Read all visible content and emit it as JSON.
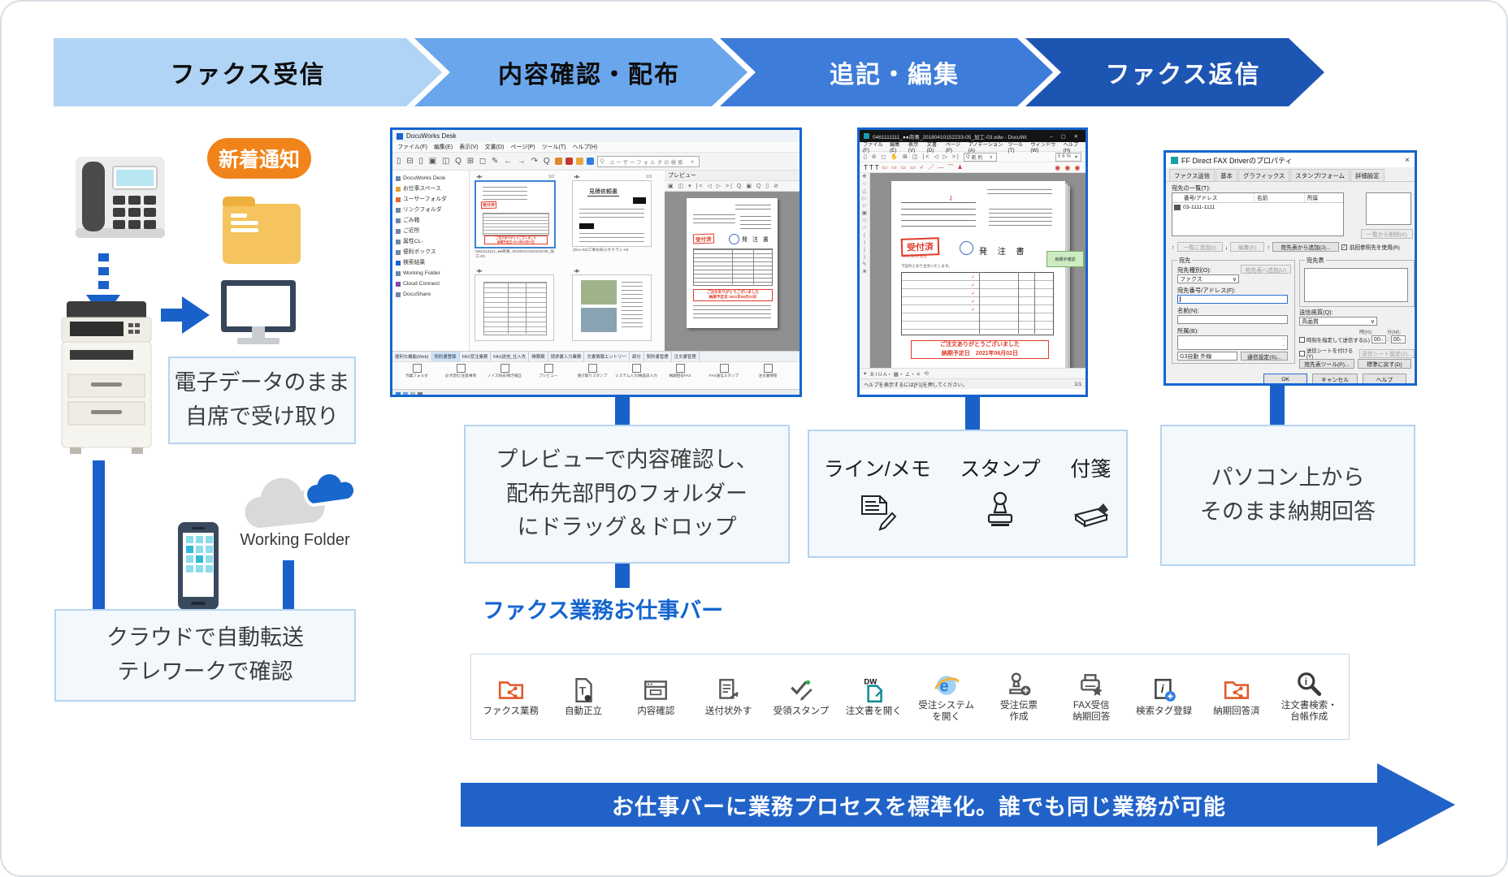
{
  "steps": [
    {
      "label": "ファクス受信",
      "bg": "#b0d4f5",
      "fg": "#0d0d0d"
    },
    {
      "label": "内容確認・配布",
      "bg": "#69a6ec",
      "fg": "#0d0d0d"
    },
    {
      "label": "追記・編集",
      "bg": "#3e7cd9",
      "fg": "#ffffff"
    },
    {
      "label": "ファクス返信",
      "bg": "#1d55b2",
      "fg": "#ffffff"
    }
  ],
  "left": {
    "badge": "新着通知",
    "box_receive": "電子データのまま\n自席で受け取り",
    "working_folder": "Working Folder",
    "box_cloud": "クラウドで自動転送\nテレワークで確認"
  },
  "desk": {
    "title": "DocuWorks Desk",
    "menu": [
      "ファイル(F)",
      "編集(E)",
      "表示(V)",
      "文書(D)",
      "ページ(P)",
      "ツール(T)",
      "ヘルプ(H)"
    ],
    "search_placeholder": "ユーザーフォルダの検索",
    "tree": [
      "DocuWorks Desk",
      "お仕事スペース",
      "ユーザーフォルダ",
      "リンクフォルダ",
      "ごみ箱",
      "ご近所",
      "属性CL-",
      "便利ボックス",
      "検索結果",
      "Working Folder",
      "Cloud Connect",
      "DocuShare"
    ],
    "thumb1_pages": "1/2",
    "thumb2_pages": "1/3",
    "thumb1_caption": "0461111111_●●商事_20180410152233-05_加工-03",
    "thumb2_caption": "(Doc-02)工事お知らせチラシ-04",
    "quote_title": "見積依頼書",
    "preview_label": "プレビュー",
    "tabs": [
      "便利な機能(Web)",
      "契約書登録",
      "FAX受注業務",
      "FAX送信_仕入先",
      "帳票類",
      "請求書入力業務",
      "文書情報エントリー",
      "部分",
      "契約書管理",
      "注文書管理"
    ],
    "bar_icons": [
      "作業フォルダ",
      "必ず読む!注意事項",
      "ノイズ除去/傾き補正",
      "プレビュー",
      "受け取りスタンプ",
      "システム入力/納品日入力",
      "納期回答FAX",
      "FAX送信スタンプ",
      "注文書保管"
    ]
  },
  "document": {
    "stamp": "受付済",
    "order_title": "発 注 書",
    "intro": "下記のとおり注文いたします。",
    "thanks": "ご注文ありがとうございました",
    "due": "納期予定日　2021年06月02日",
    "green_note": "納期手確認"
  },
  "viewer": {
    "title": "0461111111_●●商事_20180410152233-05_加工-03.xdw - DocuWorks Viewer",
    "menu": [
      "ファイル(F)",
      "編集(E)",
      "表示(V)",
      "文書(D)",
      "ページ(P)",
      "アノテーション(A)",
      "ツール(T)",
      "ウィンドウ(W)",
      "ヘルプ(H)"
    ],
    "zoom": "56%",
    "search_value": "範約",
    "format_bar": "B I U A・ ▦・ ∠・ ≡",
    "status": "ヘルプを表示するには[F1]を押してください。",
    "page": "1/1"
  },
  "dialog": {
    "title": "FF Direct FAX Driverのプロパティ",
    "close": "×",
    "tabs": [
      "ファクス送信",
      "基本",
      "グラフィックス",
      "スタンプ/フォーム",
      "詳細設定"
    ],
    "list_label": "宛先の一覧(T):",
    "columns": [
      "番号/アドレス",
      "名前",
      "所属"
    ],
    "row_number": "03-1111-1111",
    "btn_delete": "一覧から削除(K)",
    "btn_add_list": "一覧に追加(I)",
    "btn_edit": "編集(E)",
    "btn_add_book": "宛先表から追加(J)...",
    "cb_prev": "前回参照先を使用(R)",
    "group_dest": "宛先",
    "btn_add_to_book": "宛先表へ追加(U)",
    "lbl_type": "宛先種別(O):",
    "val_type": "ファクス",
    "lbl_number": "宛先番号/アドレス(F):",
    "lbl_name": "名前(N):",
    "lbl_org": "所属(B):",
    "val_line": "G3自動 外線",
    "btn_comm": "通信設定(S)...",
    "group_book": "宛先表",
    "lbl_quality": "送信画質(Q):",
    "val_quality": "高画質",
    "lbl_hour": "時(H):",
    "lbl_min": "分(M):",
    "cb_time": "時刻を指定して送信する(L)",
    "spin_h": "00",
    "spin_m": "00",
    "cb_sheet": "送信シートを付ける(Y)",
    "btn_sheet": "送信シート設定(Z)...",
    "btn_book_tool": "宛先表ツール(P)...",
    "btn_reset": "標準に戻す(D)",
    "btn_ok": "OK",
    "btn_cancel": "キャンセル",
    "btn_help": "ヘルプ"
  },
  "preview_box": "プレビューで内容確認し、\n配布先部門のフォルダー\nにドラッグ＆ドロップ",
  "edit_box": {
    "items": [
      {
        "label": "ライン/メモ"
      },
      {
        "label": "スタンプ"
      },
      {
        "label": "付箋"
      }
    ]
  },
  "reply_box": "パソコン上から\nそのまま納期回答",
  "jobbar": {
    "title": "ファクス業務お仕事バー",
    "items": [
      {
        "label": "ファクス業務",
        "icon": "fax-folder-icon"
      },
      {
        "label": "自動正立",
        "icon": "auto-orient-icon"
      },
      {
        "label": "内容確認",
        "icon": "content-check-icon"
      },
      {
        "label": "送付状外す",
        "icon": "remove-cover-icon"
      },
      {
        "label": "受領スタンプ",
        "icon": "receipt-stamp-icon"
      },
      {
        "label": "注文書を開く",
        "icon": "open-order-icon"
      },
      {
        "label": "受注システム\nを開く",
        "icon": "order-system-icon"
      },
      {
        "label": "受注伝票\n作成",
        "icon": "order-slip-icon"
      },
      {
        "label": "FAX受信\n納期回答",
        "icon": "fax-reply-icon"
      },
      {
        "label": "検索タグ登録",
        "icon": "search-tag-icon"
      },
      {
        "label": "納期回答済",
        "icon": "answered-folder-icon"
      },
      {
        "label": "注文書検索・\n台帳作成",
        "icon": "order-search-icon"
      }
    ]
  },
  "banner": "お仕事バーに業務プロセスを標準化。誰でも同じ業務が可能",
  "colors": {
    "accent_blue": "#1961c9",
    "window_border": "#1565d0",
    "banner_blue": "#2062c8",
    "badge_orange": "#f08319",
    "folder_yellow": "#f5c45e",
    "box_border": "#b5d4f0",
    "stamp_red": "#e0392a",
    "dw_orange": "#e05a28",
    "heading_blue": "#1565d0"
  }
}
